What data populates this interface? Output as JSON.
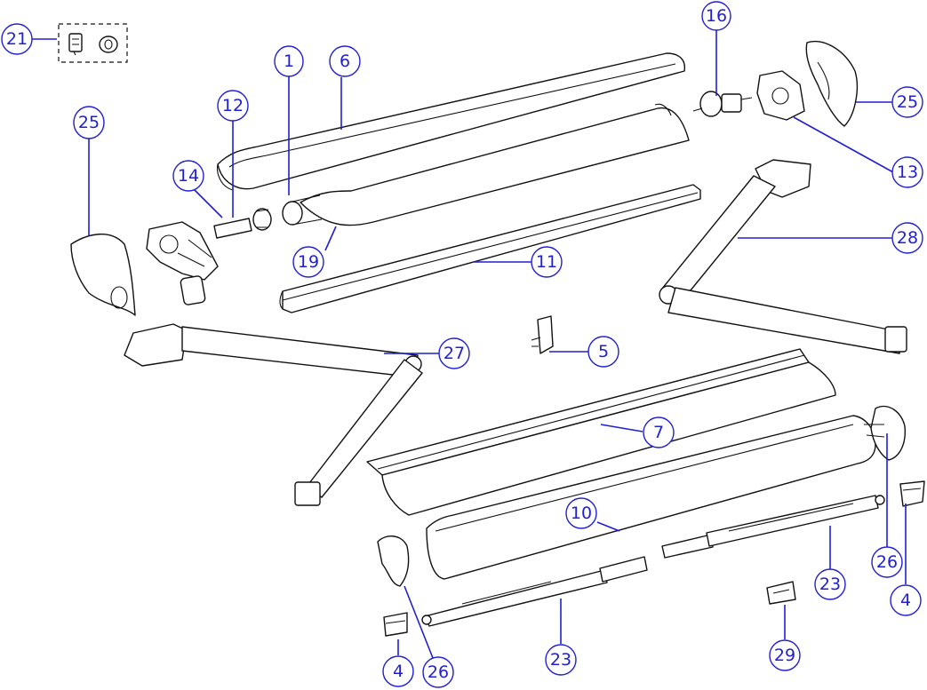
{
  "diagram": {
    "accent_color": "#1f1fd4",
    "line_color": "#111111",
    "callouts": [
      {
        "id": "21",
        "label": "21"
      },
      {
        "id": "16",
        "label": "16"
      },
      {
        "id": "1",
        "label": "1"
      },
      {
        "id": "6",
        "label": "6"
      },
      {
        "id": "12",
        "label": "12"
      },
      {
        "id": "25a",
        "label": "25"
      },
      {
        "id": "25b",
        "label": "25"
      },
      {
        "id": "14",
        "label": "14"
      },
      {
        "id": "13",
        "label": "13"
      },
      {
        "id": "28",
        "label": "28"
      },
      {
        "id": "19",
        "label": "19"
      },
      {
        "id": "11",
        "label": "11"
      },
      {
        "id": "5",
        "label": "5"
      },
      {
        "id": "27",
        "label": "27"
      },
      {
        "id": "7",
        "label": "7"
      },
      {
        "id": "10",
        "label": "10"
      },
      {
        "id": "23a",
        "label": "23"
      },
      {
        "id": "23b",
        "label": "23"
      },
      {
        "id": "26a",
        "label": "26"
      },
      {
        "id": "26b",
        "label": "26"
      },
      {
        "id": "4a",
        "label": "4"
      },
      {
        "id": "4b",
        "label": "4"
      },
      {
        "id": "29",
        "label": "29"
      }
    ]
  }
}
